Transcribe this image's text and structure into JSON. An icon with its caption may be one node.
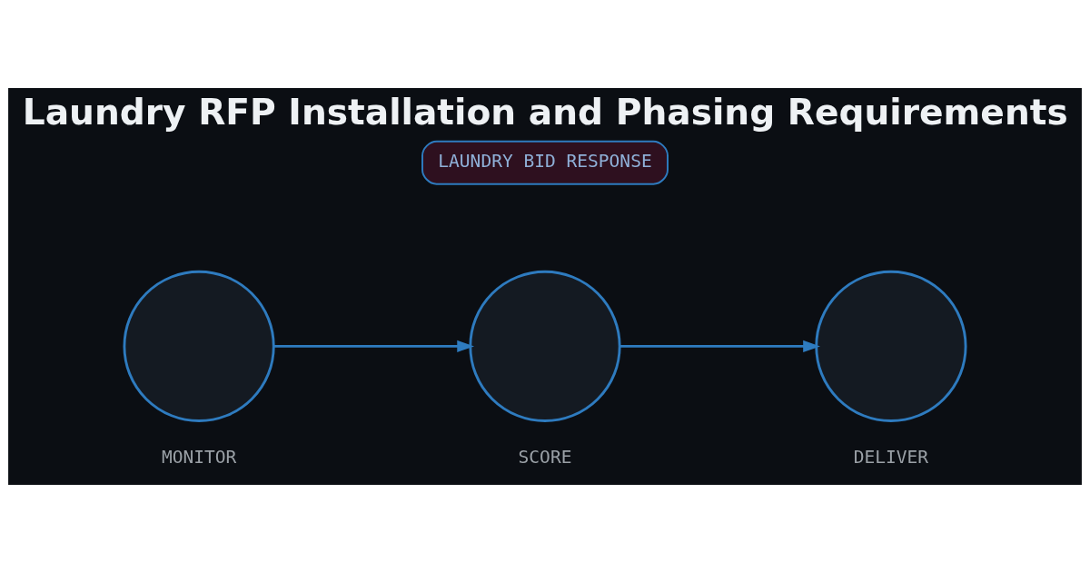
{
  "diagram": {
    "title": "Laundry RFP Installation and Phasing Requirements",
    "nodes": [
      {
        "text": [
          "LAUNDRY BID RESPONSE"
        ]
      },
      {
        "text": [],
        "shape": "circle",
        "beside": [
          "MONITOR"
        ]
      },
      {
        "text": [],
        "shape": "circle",
        "beside": [
          "SCORE"
        ]
      },
      {
        "text": [],
        "shape": "circle",
        "beside": [
          "DELIVER"
        ]
      }
    ],
    "edges": [
      {
        "from": 1,
        "to": 2,
        "arrow": "to"
      },
      {
        "from": 2,
        "to": 3,
        "arrow": "to"
      }
    ]
  }
}
